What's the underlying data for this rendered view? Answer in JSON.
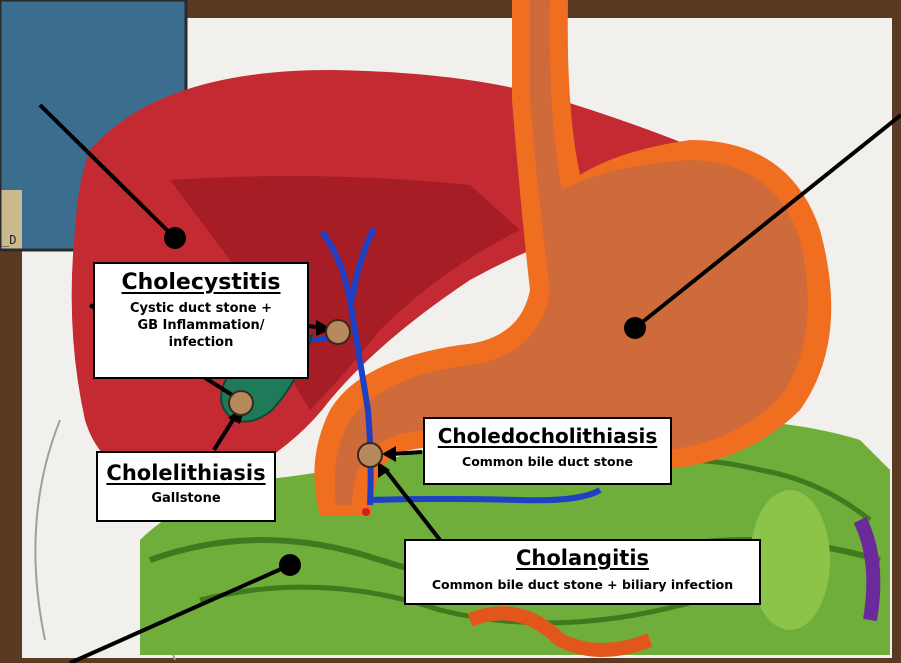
{
  "diagram": {
    "colors": {
      "liver": "#c42a32",
      "liver_dark": "#9c1a22",
      "stomach": "#cf6a3a",
      "esophagus_outline": "#f06e20",
      "bile_duct": "#1f3fc4",
      "gallbladder": "#1f7a5a",
      "stone": "#b78a5e",
      "intestine": "#6fae3a",
      "frame": "#5a3a22",
      "callout_border": "#000000"
    },
    "callouts": {
      "cholecystitis": {
        "title": "Cholecystitis",
        "description": "Cystic duct stone +\nGB Inflammation/\ninfection"
      },
      "cholelithiasis": {
        "title": "Cholelithiasis",
        "description": "Gallstone"
      },
      "choledocholithiasis": {
        "title": "Choledocholithiasis",
        "description": "Common bile duct stone"
      },
      "cholangitis": {
        "title": "Cholangitis",
        "description": "Common bile duct stone + biliary infection"
      }
    },
    "corner_fragment_text": "_D"
  }
}
